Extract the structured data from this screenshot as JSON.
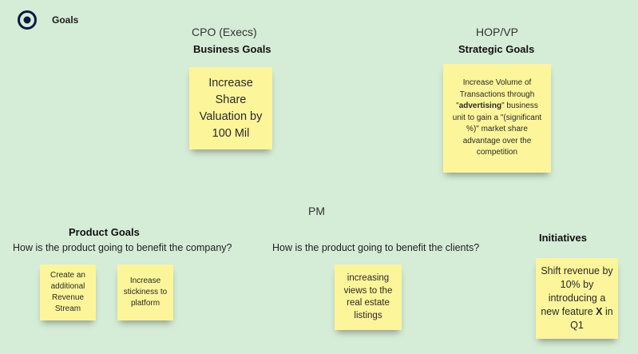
{
  "app": {
    "title": "Goals",
    "icon": "target-icon"
  },
  "sections": {
    "cpo": {
      "heading": "CPO (Execs)",
      "subheading": "Business Goals",
      "note": "Increase Share Valuation by 100 Mil"
    },
    "hop": {
      "heading": "HOP/VP",
      "subheading": "Strategic Goals",
      "note_before": "Increase Volume of Transactions through \"",
      "note_bold": "advertising",
      "note_after": "\" business unit to gain a \"(significant %)\" market share advantage over the competition"
    },
    "pm": {
      "heading": "PM",
      "product_goals_title": "Product Goals",
      "company_question": "How is the product going to benefit the company?",
      "clients_question": "How is the product going to benefit the clients?",
      "initiatives_title": "Initiatives",
      "notes": {
        "revenue_stream": "Create an additional Revenue Stream",
        "stickiness": "Increase stickiness to platform",
        "views": "increasing views to the real estate listings",
        "initiative_before": "Shift revenue by 10% by introducing a new feature ",
        "initiative_bold": "X",
        "initiative_after": " in Q1"
      }
    }
  },
  "colors": {
    "background": "#d5ecd6",
    "sticky_note": "#fdf59a",
    "icon": "#0b1b3f"
  }
}
